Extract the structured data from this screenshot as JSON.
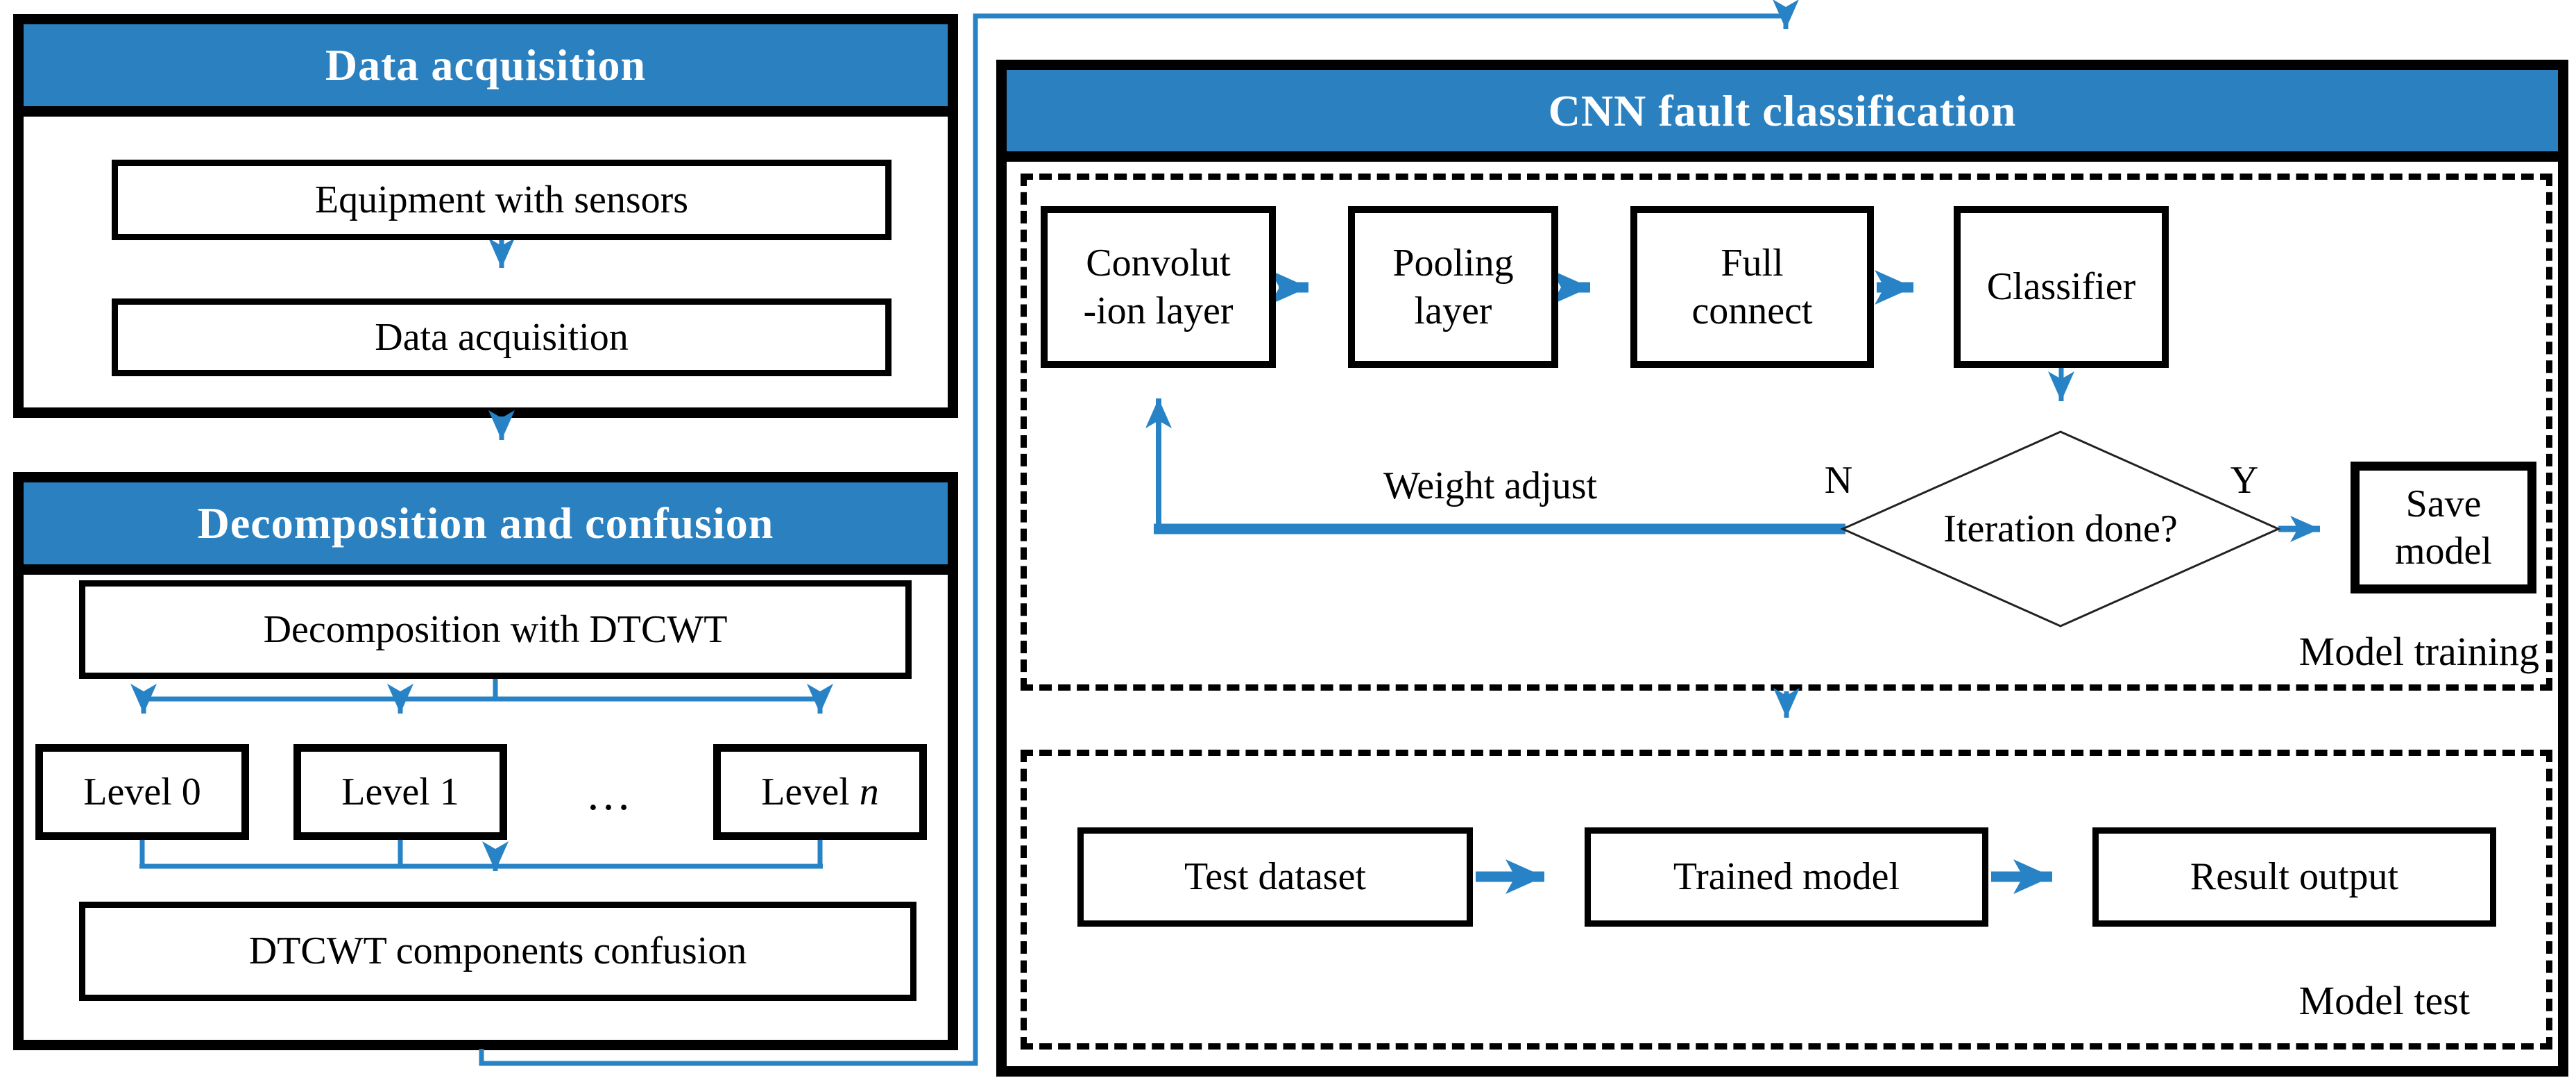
{
  "colors": {
    "header_blue": "#2b80c0",
    "line_blue": "#2783c6",
    "border_black": "#000000"
  },
  "left": {
    "panel1": {
      "title": "Data acquisition",
      "box1": "Equipment with sensors",
      "box2": "Data acquisition"
    },
    "panel2": {
      "title": "Decomposition and confusion",
      "box1": "Decomposition with DTCWT",
      "level0": "Level 0",
      "level1": "Level 1",
      "ellipsis": "…",
      "leveln_prefix": "Level ",
      "leveln_var": "n",
      "box2": "DTCWT components confusion"
    }
  },
  "right": {
    "title": "CNN fault classification",
    "training": {
      "caption": "Model training",
      "conv_lines": [
        "Convolut",
        "-ion layer"
      ],
      "pool_lines": [
        "Pooling",
        "layer"
      ],
      "full_lines": [
        "Full",
        "connect"
      ],
      "classifier": "Classifier",
      "weight_adjust": "Weight adjust",
      "no_label": "N",
      "yes_label": "Y",
      "decision": "Iteration done?",
      "save_lines": [
        "Save",
        "model"
      ]
    },
    "test": {
      "caption": "Model test",
      "boxes": [
        "Test dataset",
        "Trained model",
        "Result output"
      ]
    }
  }
}
